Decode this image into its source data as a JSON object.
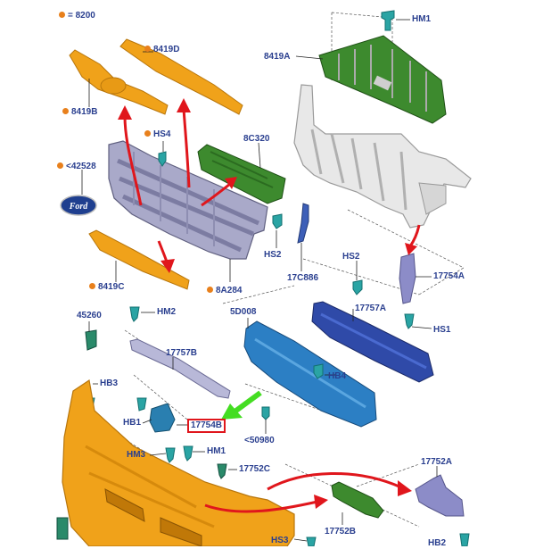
{
  "legend": {
    "label": "= 8200"
  },
  "colors": {
    "callout": "#2a3f8f",
    "dot": "#e8801c",
    "highlight": "#e0161c",
    "orange_part": "#f0a21a",
    "green_part": "#3d8a2e",
    "blue_part": "#2c7fc4",
    "purple_part": "#8c8cc8",
    "arrow_red": "#e0161c",
    "arrow_green": "#44dd22"
  },
  "logo": {
    "text": "Ford"
  },
  "callouts": {
    "hm1_top": "HM1",
    "p8419D": "8419D",
    "p8419A": "8419A",
    "p8419B": "8419B",
    "hs4": "HS4",
    "p8C320": "8C320",
    "p42528": "<42528",
    "hs2_left": "HS2",
    "p17C886": "17C886",
    "hs2_right": "HS2",
    "p17754A": "17754A",
    "p8419C": "8419C",
    "p8A284": "8A284",
    "p45260": "45260",
    "hm2": "HM2",
    "p5D008": "5D008",
    "p17757A": "17757A",
    "hs1": "HS1",
    "p17757B": "17757B",
    "hb4": "HB4",
    "hb3": "HB3",
    "hb1": "HB1",
    "p17754B": "17754B",
    "p50980": "<50980",
    "hm3": "HM3",
    "hm1_bottom": "HM1",
    "p17752C": "17752C",
    "p17752A": "17752A",
    "p17752B": "17752B",
    "hs3": "HS3",
    "hb2": "HB2"
  }
}
